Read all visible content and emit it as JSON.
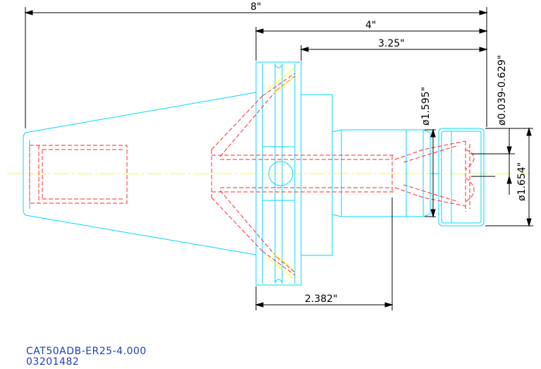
{
  "colors": {
    "outline": "#00d8ff",
    "hidden_lines": "#ff2a2a",
    "centerline": "#ffff00",
    "dimension": "#000000",
    "label_text": "#1f3dbf"
  },
  "dimensions": {
    "overall_length": "8\"",
    "gauge_length": "4\"",
    "flange_length": "3.25\"",
    "bore_depth": "2.382\"",
    "body_diameter": "ø1.595\"",
    "nut_diameter": "ø1.654\"",
    "clamping_range": "ø0.039-0.629\""
  },
  "part": {
    "number": "CAT50ADB-ER25-4.000",
    "code": "03201482"
  }
}
